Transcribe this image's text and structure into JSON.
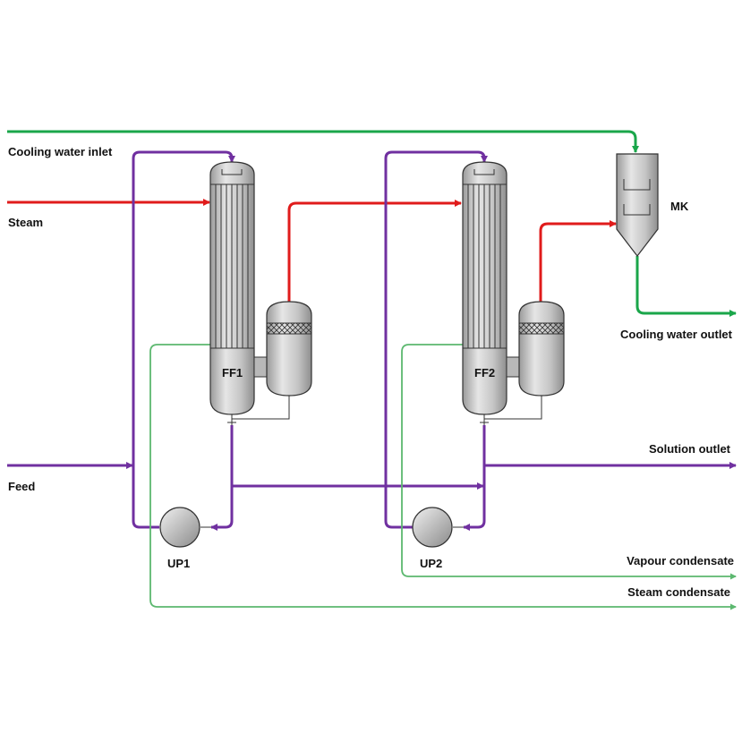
{
  "labels": {
    "cooling_water_inlet": "Cooling water inlet",
    "steam": "Steam",
    "feed": "Feed",
    "ff1": "FF1",
    "ff2": "FF2",
    "up1": "UP1",
    "up2": "UP2",
    "mk": "MK",
    "cooling_water_outlet": "Cooling water outlet",
    "solution_outlet": "Solution outlet",
    "vapour_condensate": "Vapour condensate",
    "steam_condensate": "Steam condensate"
  },
  "colors": {
    "cooling_water": "#1aa64a",
    "steam": "#e01b1b",
    "feed_solution": "#7030a0",
    "condensate": "#5cb86f",
    "equipment_fill": "#c8c8c8",
    "equipment_outline": "#333333"
  }
}
